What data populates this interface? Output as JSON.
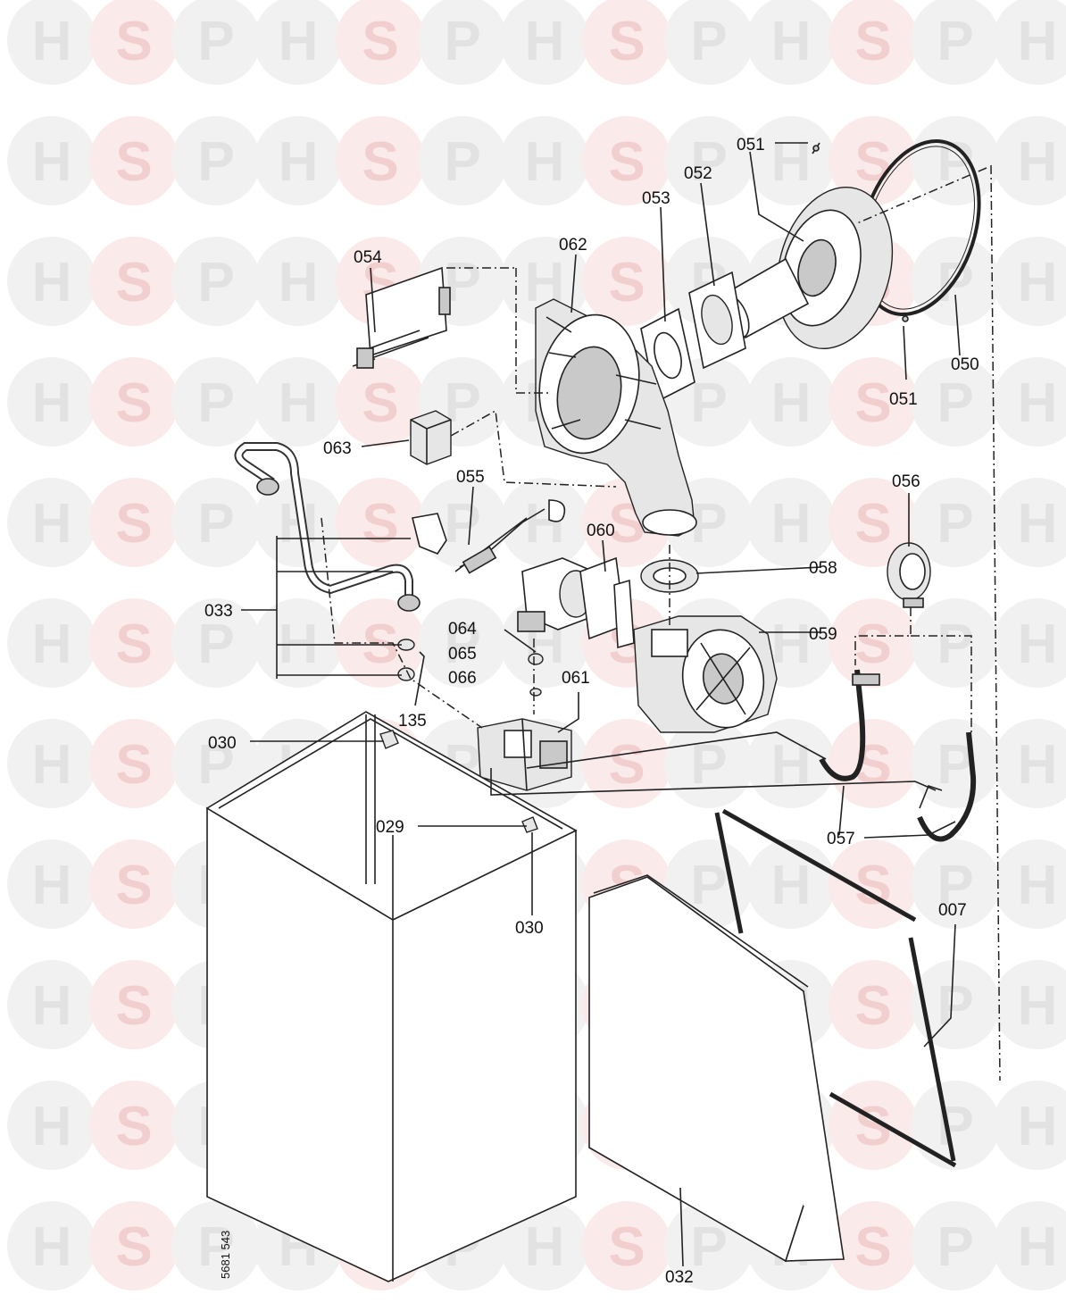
{
  "watermark": {
    "letters": [
      "H",
      "S",
      "P"
    ]
  },
  "labels": {
    "p050": "050",
    "p051a": "051",
    "p051b": "051",
    "p052": "052",
    "p053": "053",
    "p054": "054",
    "p055": "055",
    "p056": "056",
    "p057": "057",
    "p058": "058",
    "p059": "059",
    "p060": "060",
    "p061": "061",
    "p062": "062",
    "p063": "063",
    "p064": "064",
    "p065": "065",
    "p066": "066",
    "p033": "033",
    "p135": "135",
    "p030a": "030",
    "p030b": "030",
    "p029": "029",
    "p032": "032",
    "p007": "007"
  },
  "drawing_code": "5681 543",
  "colors": {
    "line": "#222222",
    "watermark_grey": "#e2e2e2",
    "watermark_red": "#f2cfcf"
  }
}
